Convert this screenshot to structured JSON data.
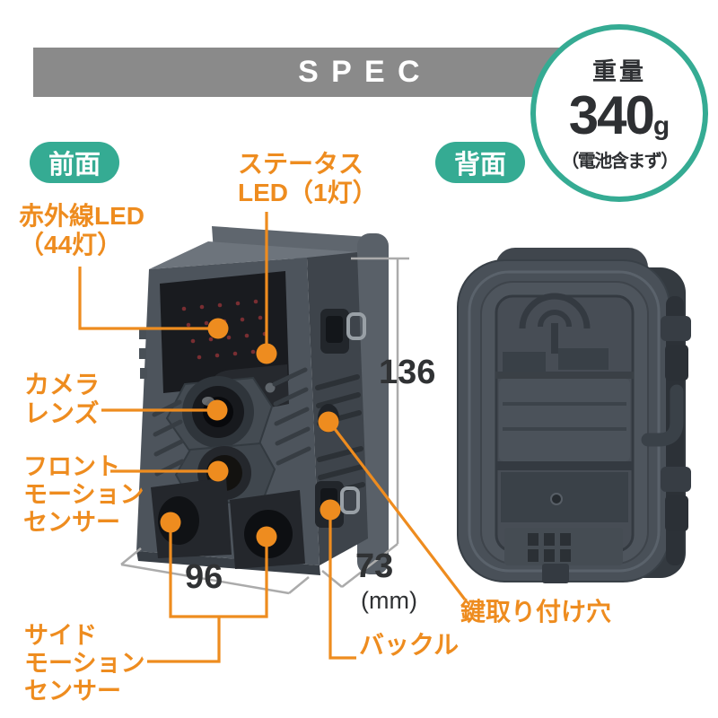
{
  "header": {
    "title": "SPEC"
  },
  "weight_badge": {
    "label": "重量",
    "value": "340",
    "unit": "g",
    "note": "（電池含まず）"
  },
  "views": {
    "front": {
      "label": "前面"
    },
    "back": {
      "label": "背面"
    }
  },
  "callouts": {
    "status_led": {
      "label": "ステータス\nLED（1灯）"
    },
    "infrared_led": {
      "label": "赤外線LED\n（44灯）"
    },
    "camera_lens": {
      "label": "カメラ\nレンズ"
    },
    "front_motion_sensor": {
      "label": "フロント\nモーション\nセンサー"
    },
    "side_motion_sensor": {
      "label": "サイド\nモーション\nセンサー"
    },
    "buckle": {
      "label": "バックル"
    },
    "key_mount_hole": {
      "label": "鍵取り付け穴"
    }
  },
  "dimensions": {
    "height_mm": "136",
    "width_mm": "96",
    "depth_mm": "73",
    "unit": "(mm)"
  },
  "colors": {
    "accent_orange": "#EE8C1F",
    "teal": "#35AB93",
    "banner_gray": "#8A8A8A",
    "dimension_line_gray": "#ABABAB",
    "dimension_text": "#303234"
  }
}
